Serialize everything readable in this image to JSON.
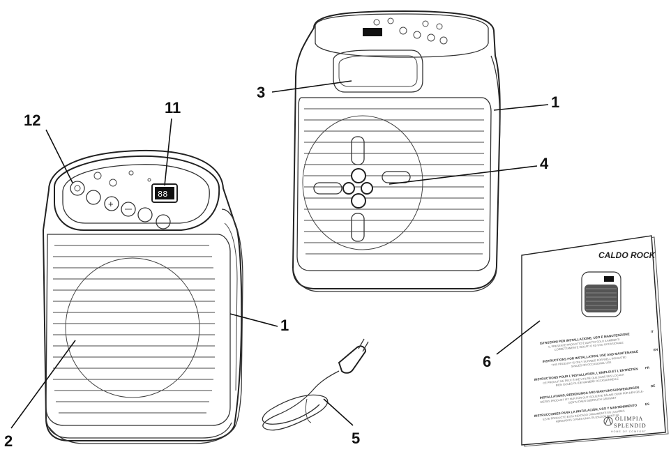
{
  "callouts": {
    "c1a": "1",
    "c1b": "1",
    "c2": "2",
    "c3": "3",
    "c4": "4",
    "c5": "5",
    "c6": "6",
    "c11": "11",
    "c12": "12"
  },
  "manual": {
    "title": "CALDO ROCK",
    "lines": [
      {
        "head": "ISTRUZIONI PER INSTALLAZIONE, USO E MANUTENZIONE",
        "sub1": "IL PRESENTE PRODOTTO È ADATTO SOLO A AMBIENTI",
        "sub2": "CORRETTAMENTE ISOLATI O AD USO OCCASIONALE",
        "lang": "IT"
      },
      {
        "head": "INSTRUCTIONS FOR INSTALLATION, USE AND MAINTENANCE",
        "sub1": "THIS PRODUCT IS ONLY SUITABLE FOR WELL INSULATED",
        "sub2": "SPACES OR OCCASIONAL USE",
        "lang": "EN"
      },
      {
        "head": "INSTRUCTIONS POUR L'INSTALLATION, L'EMPLOI ET L'ENTRETIEN",
        "sub1": "CE PRODUIT NE PEUT ÊTRE UTILISÉ QUE DANS DES LOCAUX",
        "sub2": "BIEN ISOLÉS OU DE MANIÈRE OCCASIONNELLE",
        "lang": "FR"
      },
      {
        "head": "INSTALLATIONS, BEDIENUNGS AND WARTUNGSANWEISUNGEN",
        "sub1": "DIESES PRODUKT IST NUR FÜR GUT ISOLIERTE RÄUME ODER FÜR DEN GELE-",
        "sub2": "GENTLICHEN GEBRAUCH GEEIGNET",
        "lang": "DE"
      },
      {
        "head": "INSTRUCCIONES PARA LA INSTALACIÓN, USO Y MANTENIMIENTO",
        "sub1": "ESTE PRODUCTO ESTÁ INDICADO ÚNICAMENTE EN LUGARES",
        "sub2": "ABRIGADOS O PARA UNA UTILIZACIÓN PUNTUAL",
        "lang": "ES"
      }
    ],
    "brand_top": "OLIMPIA",
    "brand_bottom": "SPLENDID",
    "brand_tagline": "HOME OF COMFORT"
  },
  "colors": {
    "ink": "#111111",
    "outline": "#222222"
  }
}
